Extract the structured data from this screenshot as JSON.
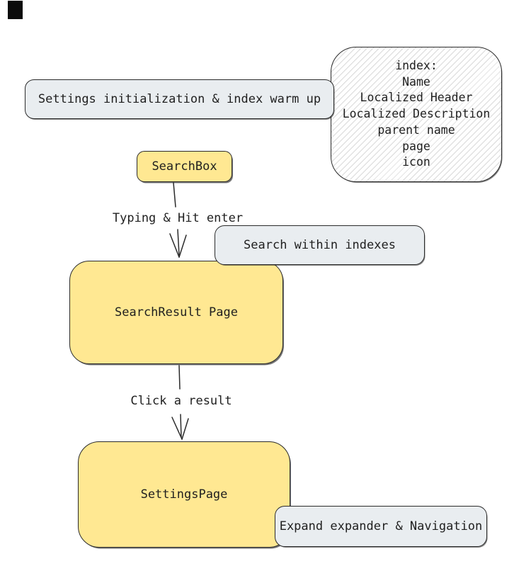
{
  "diagram": {
    "title_hint": "settings search flow",
    "colors": {
      "node_yellow": "#ffe892",
      "node_gray": "#e9edf0",
      "stroke": "#2b2b2b",
      "text": "#1f1f1f",
      "corner_square": "#0b0b0b"
    },
    "nodes": {
      "warmup": {
        "label": "Settings initialization & index warm up"
      },
      "index_note": {
        "lines": [
          "index:",
          "Name",
          "Localized Header",
          "Localized Description",
          "parent name",
          "page",
          "icon"
        ]
      },
      "searchbox": {
        "label": "SearchBox"
      },
      "search_within": {
        "label": "Search within indexes"
      },
      "search_result": {
        "label": "SearchResult Page"
      },
      "settings_page": {
        "label": "SettingsPage"
      },
      "expand_nav": {
        "label": "Expand expander & Navigation"
      }
    },
    "edges": {
      "typing": {
        "label": "Typing & Hit enter",
        "from": "SearchBox",
        "to": "SearchResult Page"
      },
      "click": {
        "label": "Click a result",
        "from": "SearchResult Page",
        "to": "SettingsPage"
      }
    }
  }
}
